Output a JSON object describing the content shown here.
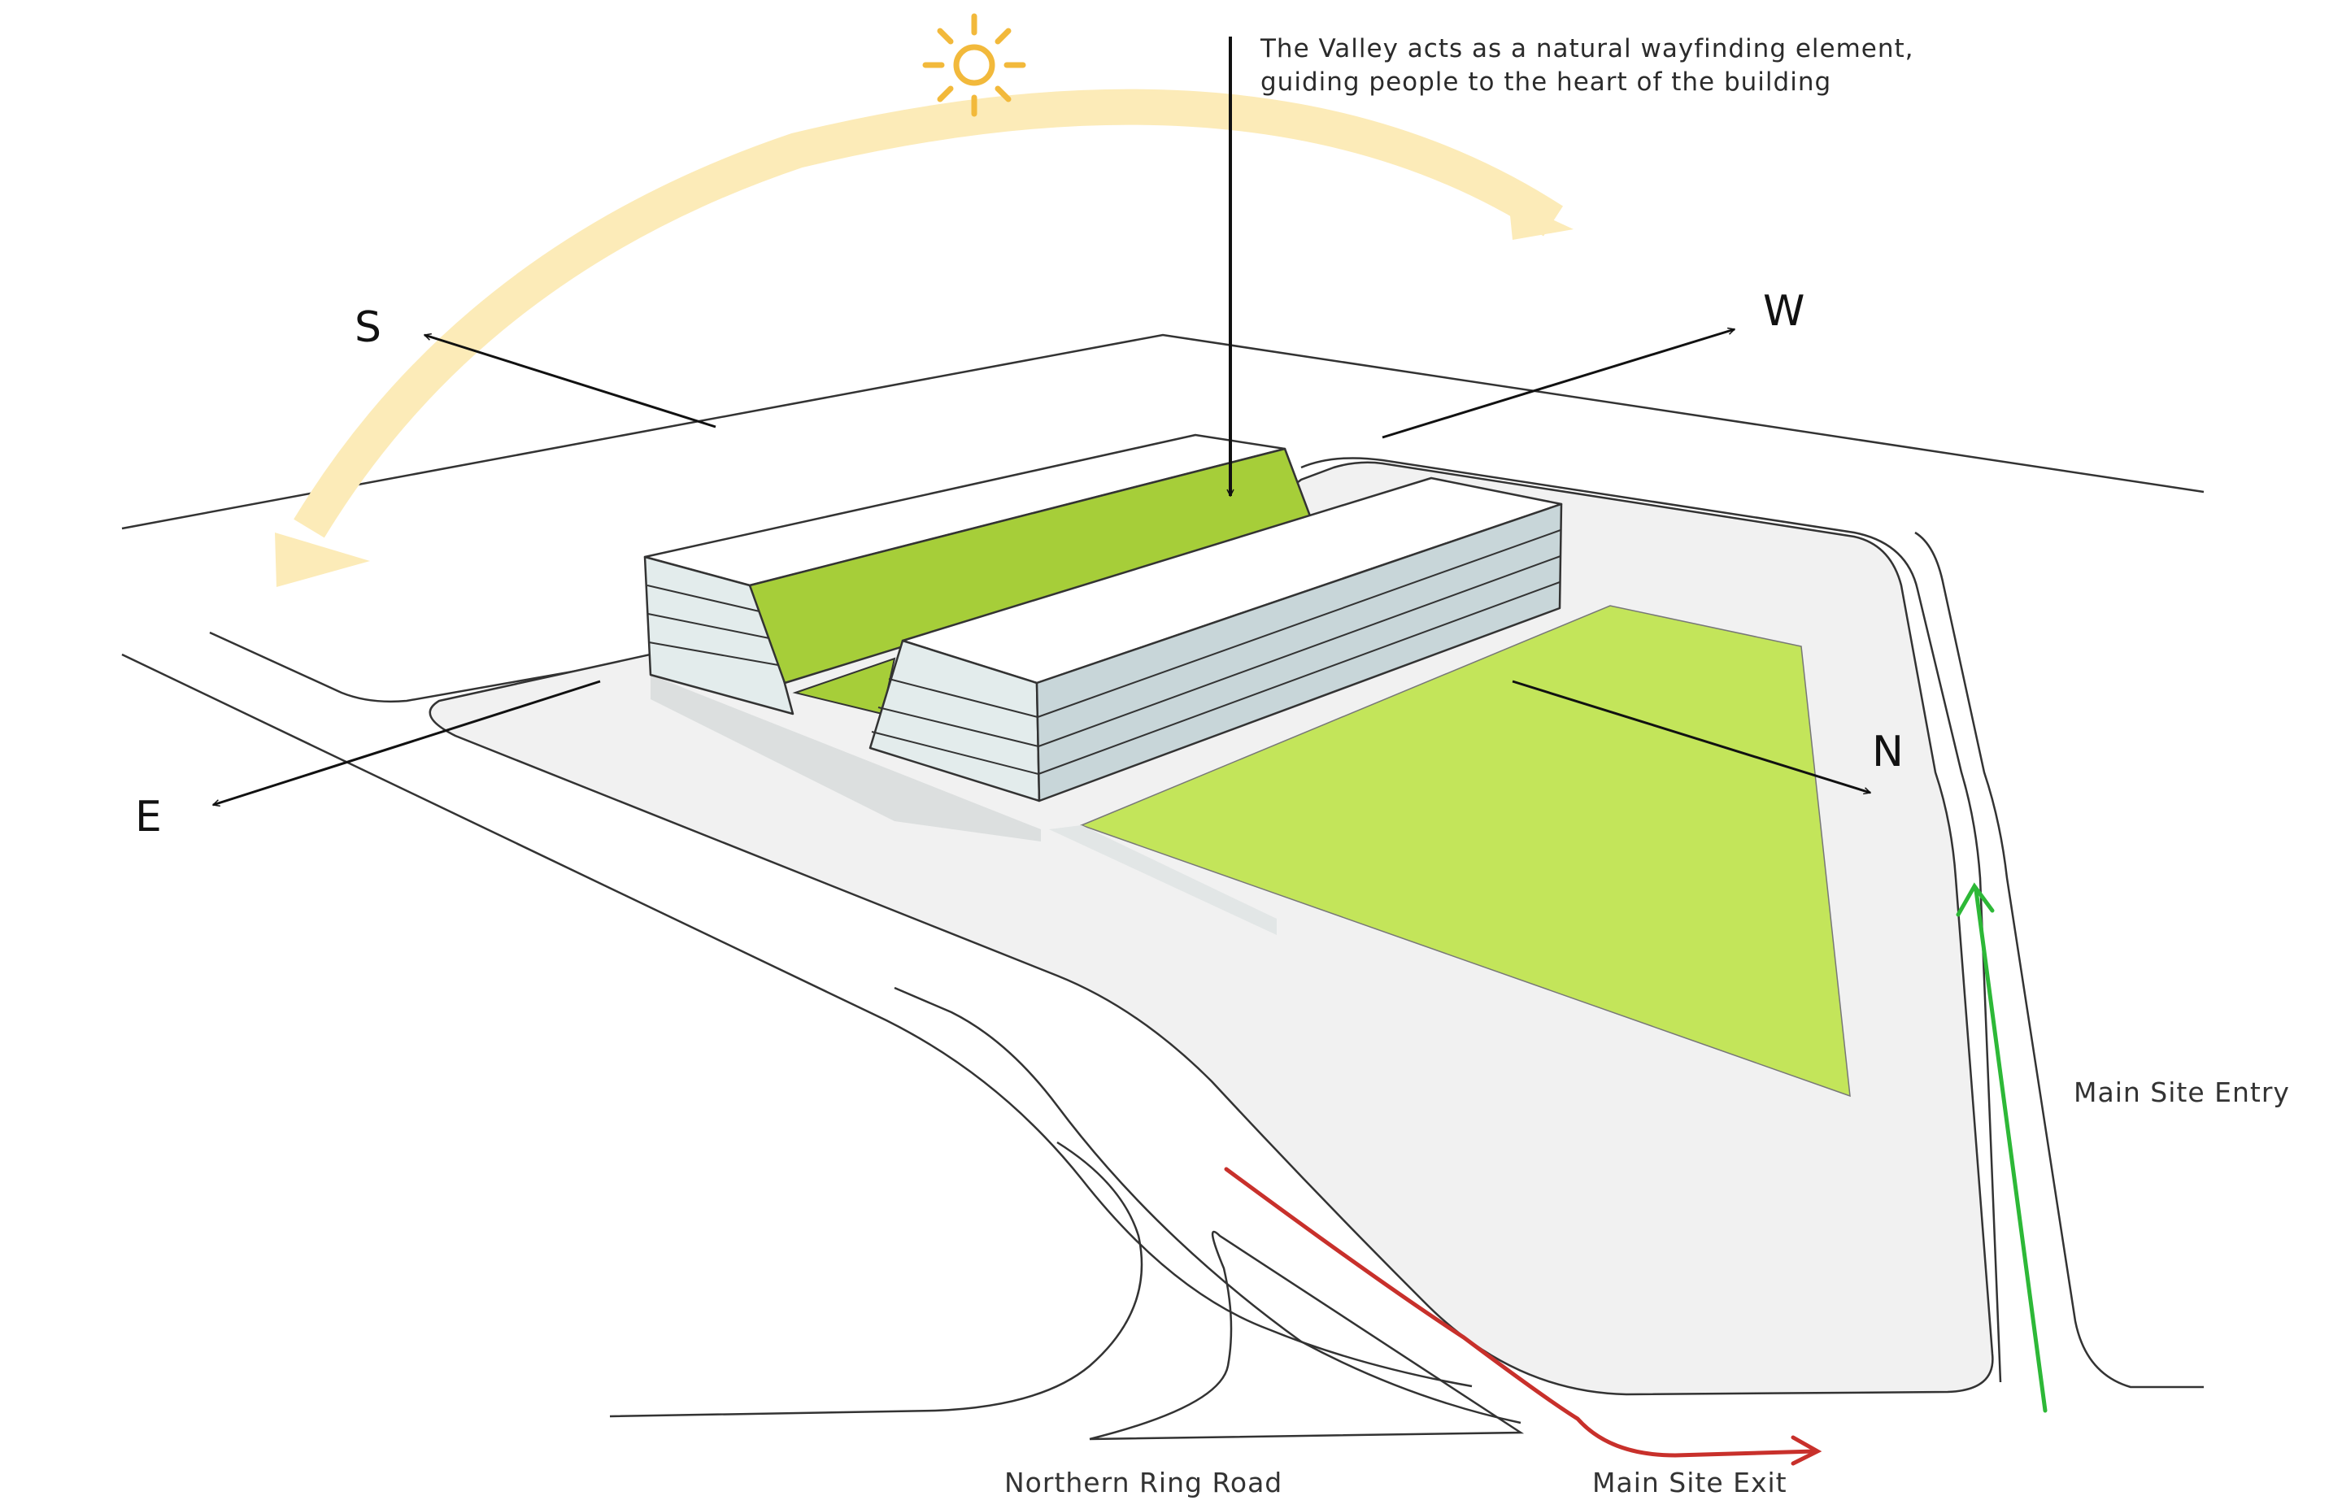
{
  "callout": {
    "line1": "The Valley acts as a natural wayfinding element,",
    "line2": "guiding people to the heart of the building"
  },
  "compass": {
    "south": "S",
    "west": "W",
    "east": "E",
    "north": "N"
  },
  "labels": {
    "road": "Northern Ring Road",
    "exit": "Main Site Exit",
    "entry": "Main Site Entry"
  },
  "icons": {
    "sun": "sun-icon",
    "sun_path": "sun-path-arrow",
    "valley_pointer": "valley-pointer-arrow",
    "entry_route": "entry-route-arrow",
    "exit_route": "exit-route-arrow"
  },
  "colors": {
    "sun": "#F2B93B",
    "sun_path": "#FCEBB8",
    "roof_green": "#A6CE39",
    "lawn_green": "#C3E55A",
    "site_gray": "#F1F1F1",
    "facade": "#E3ECEC",
    "facade_shade": "#C8D6D9",
    "entry_route": "#2DB837",
    "exit_route": "#C8302B"
  }
}
